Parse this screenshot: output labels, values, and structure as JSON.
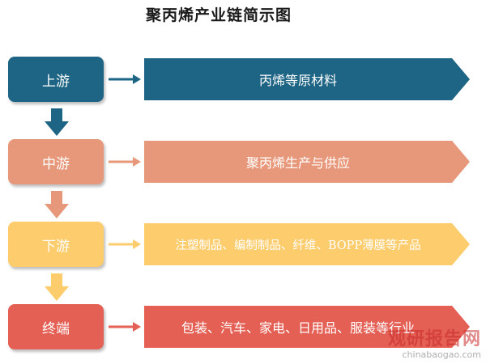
{
  "title": "聚丙烯产业链简示图",
  "colors": {
    "upstream": "#1e6484",
    "midstream": "#e8987a",
    "downstream": "#fdcc6c",
    "terminal": "#e45f54"
  },
  "rows": [
    {
      "stage": "上游",
      "product": "丙烯等原材料"
    },
    {
      "stage": "中游",
      "product": "聚丙烯生产与供应"
    },
    {
      "stage": "下游",
      "product": "注塑制品、编制制品、纤维、BOPP薄膜等产品"
    },
    {
      "stage": "终端",
      "product": "包装、汽车、家电、日用品、服装等行业"
    }
  ],
  "watermark": {
    "chinese": "观研报告网",
    "site": "chinabaogao.com"
  }
}
